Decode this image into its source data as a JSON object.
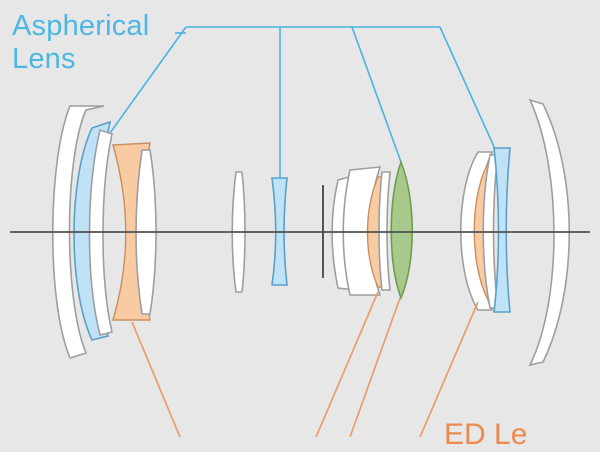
{
  "labels": {
    "aspherical_line1": "Aspherical",
    "aspherical_line2": "Lens",
    "ed": "ED Le"
  },
  "colors": {
    "background": "#e7e7e7",
    "aspherical": "#4fb6e3",
    "ed": "#ec8a4d",
    "blue_lens": "#bfe2f7",
    "orange_lens": "#f8cba3",
    "green_lens": "#a9c98b"
  }
}
